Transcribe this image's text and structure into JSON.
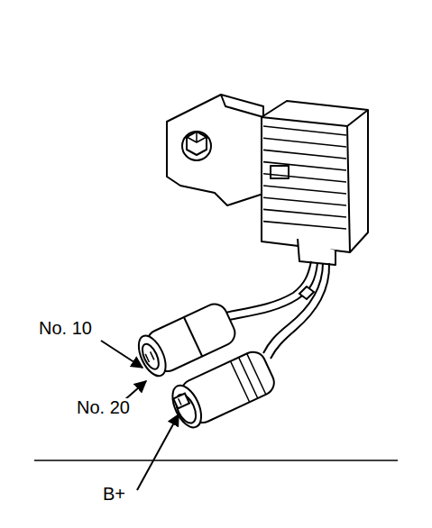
{
  "diagram": {
    "labels": [
      "No. 10",
      "No. 20",
      "B+"
    ]
  }
}
